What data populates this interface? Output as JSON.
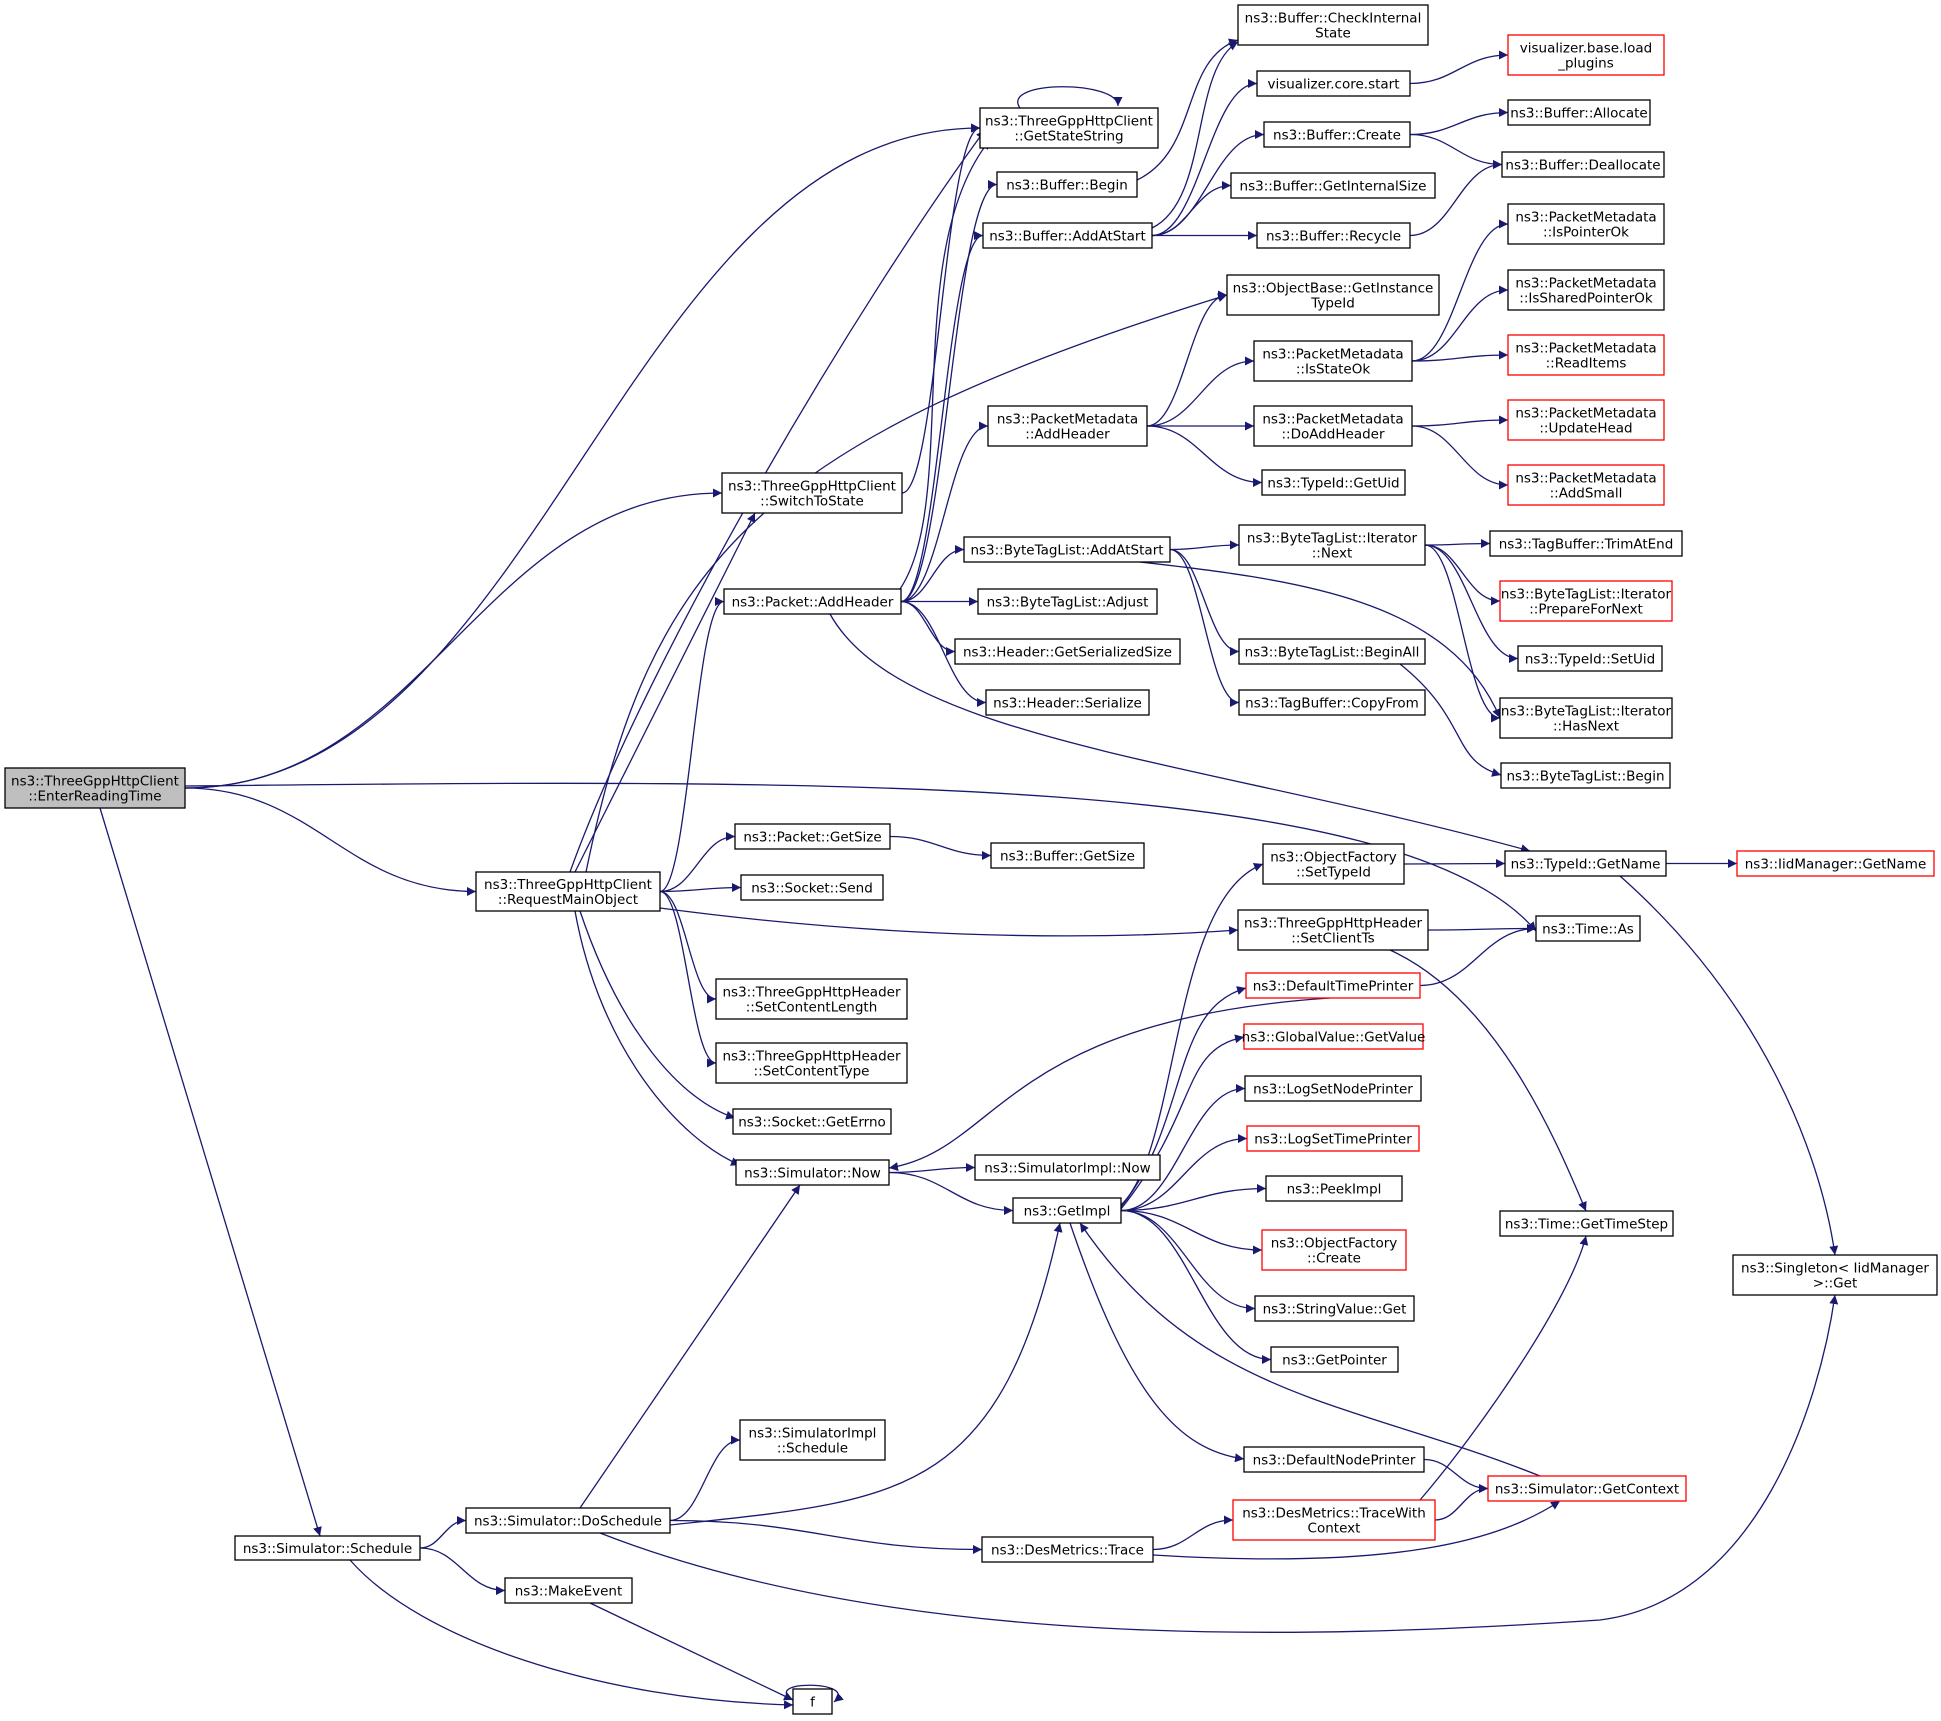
{
  "colors": {
    "edge": "#191970",
    "box_border": "#000000",
    "box_external": "#ff0000",
    "root_fill": "#bfbfbf",
    "box_fill": "#ffffff"
  },
  "nodes": [
    {
      "id": "root",
      "lines": [
        "ns3::ThreeGppHttpClient",
        "::EnterReadingTime"
      ],
      "kind": "root"
    },
    {
      "id": "getstatestring",
      "lines": [
        "ns3::ThreeGppHttpClient",
        "::GetStateString"
      ],
      "kind": "normal"
    },
    {
      "id": "switchtostate",
      "lines": [
        "ns3::ThreeGppHttpClient",
        "::SwitchToState"
      ],
      "kind": "normal"
    },
    {
      "id": "requestmainobject",
      "lines": [
        "ns3::ThreeGppHttpClient",
        "::RequestMainObject"
      ],
      "kind": "normal"
    },
    {
      "id": "sim_schedule",
      "lines": [
        "ns3::Simulator::Schedule"
      ],
      "kind": "normal"
    },
    {
      "id": "checkinternalstate",
      "lines": [
        "ns3::Buffer::CheckInternal",
        "State"
      ],
      "kind": "normal"
    },
    {
      "id": "vis_core_start",
      "lines": [
        "visualizer.core.start"
      ],
      "kind": "normal"
    },
    {
      "id": "vis_base_load",
      "lines": [
        "visualizer.base.load",
        "_plugins"
      ],
      "kind": "external"
    },
    {
      "id": "buffer_create",
      "lines": [
        "ns3::Buffer::Create"
      ],
      "kind": "normal"
    },
    {
      "id": "buffer_allocate",
      "lines": [
        "ns3::Buffer::Allocate"
      ],
      "kind": "normal"
    },
    {
      "id": "buffer_deallocate",
      "lines": [
        "ns3::Buffer::Deallocate"
      ],
      "kind": "normal"
    },
    {
      "id": "buffer_begin",
      "lines": [
        "ns3::Buffer::Begin"
      ],
      "kind": "normal"
    },
    {
      "id": "buffer_getinternalsize",
      "lines": [
        "ns3::Buffer::GetInternalSize"
      ],
      "kind": "normal"
    },
    {
      "id": "buffer_addatstart",
      "lines": [
        "ns3::Buffer::AddAtStart"
      ],
      "kind": "normal"
    },
    {
      "id": "buffer_recycle",
      "lines": [
        "ns3::Buffer::Recycle"
      ],
      "kind": "normal"
    },
    {
      "id": "pm_ispointerok",
      "lines": [
        "ns3::PacketMetadata",
        "::IsPointerOk"
      ],
      "kind": "normal"
    },
    {
      "id": "objbase_getinstancetypeid",
      "lines": [
        "ns3::ObjectBase::GetInstance",
        "TypeId"
      ],
      "kind": "normal"
    },
    {
      "id": "pm_issharedpointerok",
      "lines": [
        "ns3::PacketMetadata",
        "::IsSharedPointerOk"
      ],
      "kind": "normal"
    },
    {
      "id": "pm_isstateok",
      "lines": [
        "ns3::PacketMetadata",
        "::IsStateOk"
      ],
      "kind": "normal"
    },
    {
      "id": "pm_readitems",
      "lines": [
        "ns3::PacketMetadata",
        "::ReadItems"
      ],
      "kind": "external"
    },
    {
      "id": "pm_addheader",
      "lines": [
        "ns3::PacketMetadata",
        "::AddHeader"
      ],
      "kind": "normal"
    },
    {
      "id": "pm_doaddheader",
      "lines": [
        "ns3::PacketMetadata",
        "::DoAddHeader"
      ],
      "kind": "normal"
    },
    {
      "id": "pm_updatehead",
      "lines": [
        "ns3::PacketMetadata",
        "::UpdateHead"
      ],
      "kind": "external"
    },
    {
      "id": "typeid_getuid",
      "lines": [
        "ns3::TypeId::GetUid"
      ],
      "kind": "normal"
    },
    {
      "id": "pm_addsmall",
      "lines": [
        "ns3::PacketMetadata",
        "::AddSmall"
      ],
      "kind": "external"
    },
    {
      "id": "btl_addatstart",
      "lines": [
        "ns3::ByteTagList::AddAtStart"
      ],
      "kind": "normal"
    },
    {
      "id": "btl_iter_next",
      "lines": [
        "ns3::ByteTagList::Iterator",
        "::Next"
      ],
      "kind": "normal"
    },
    {
      "id": "tagbuffer_trimatend",
      "lines": [
        "ns3::TagBuffer::TrimAtEnd"
      ],
      "kind": "normal"
    },
    {
      "id": "packet_addheader",
      "lines": [
        "ns3::Packet::AddHeader"
      ],
      "kind": "normal"
    },
    {
      "id": "btl_adjust",
      "lines": [
        "ns3::ByteTagList::Adjust"
      ],
      "kind": "normal"
    },
    {
      "id": "btl_iter_preparefornext",
      "lines": [
        "ns3::ByteTagList::Iterator",
        "::PrepareForNext"
      ],
      "kind": "external"
    },
    {
      "id": "header_getserializedsize",
      "lines": [
        "ns3::Header::GetSerializedSize"
      ],
      "kind": "normal"
    },
    {
      "id": "btl_beginall",
      "lines": [
        "ns3::ByteTagList::BeginAll"
      ],
      "kind": "normal"
    },
    {
      "id": "typeid_setuid",
      "lines": [
        "ns3::TypeId::SetUid"
      ],
      "kind": "normal"
    },
    {
      "id": "header_serialize",
      "lines": [
        "ns3::Header::Serialize"
      ],
      "kind": "normal"
    },
    {
      "id": "tagbuffer_copyfrom",
      "lines": [
        "ns3::TagBuffer::CopyFrom"
      ],
      "kind": "normal"
    },
    {
      "id": "btl_iter_hasnext",
      "lines": [
        "ns3::ByteTagList::Iterator",
        "::HasNext"
      ],
      "kind": "normal"
    },
    {
      "id": "btl_begin",
      "lines": [
        "ns3::ByteTagList::Begin"
      ],
      "kind": "normal"
    },
    {
      "id": "packet_getsize",
      "lines": [
        "ns3::Packet::GetSize"
      ],
      "kind": "normal"
    },
    {
      "id": "buffer_getsize",
      "lines": [
        "ns3::Buffer::GetSize"
      ],
      "kind": "normal"
    },
    {
      "id": "objfactory_settypeid",
      "lines": [
        "ns3::ObjectFactory",
        "::SetTypeId"
      ],
      "kind": "normal"
    },
    {
      "id": "typeid_getname",
      "lines": [
        "ns3::TypeId::GetName"
      ],
      "kind": "normal"
    },
    {
      "id": "iidmanager_getname",
      "lines": [
        "ns3::IidManager::GetName"
      ],
      "kind": "external"
    },
    {
      "id": "socket_send",
      "lines": [
        "ns3::Socket::Send"
      ],
      "kind": "normal"
    },
    {
      "id": "header_setclientts",
      "lines": [
        "ns3::ThreeGppHttpHeader",
        "::SetClientTs"
      ],
      "kind": "normal"
    },
    {
      "id": "time_as",
      "lines": [
        "ns3::Time::As"
      ],
      "kind": "normal"
    },
    {
      "id": "defaulttimeprinter",
      "lines": [
        "ns3::DefaultTimePrinter"
      ],
      "kind": "external"
    },
    {
      "id": "header_setcontentlength",
      "lines": [
        "ns3::ThreeGppHttpHeader",
        "::SetContentLength"
      ],
      "kind": "normal"
    },
    {
      "id": "globalvalue_getvalue",
      "lines": [
        "ns3::GlobalValue::GetValue"
      ],
      "kind": "external"
    },
    {
      "id": "header_setcontenttype",
      "lines": [
        "ns3::ThreeGppHttpHeader",
        "::SetContentType"
      ],
      "kind": "normal"
    },
    {
      "id": "logsetnodeprinter",
      "lines": [
        "ns3::LogSetNodePrinter"
      ],
      "kind": "normal"
    },
    {
      "id": "socket_geterrno",
      "lines": [
        "ns3::Socket::GetErrno"
      ],
      "kind": "normal"
    },
    {
      "id": "logsettimeprinter",
      "lines": [
        "ns3::LogSetTimePrinter"
      ],
      "kind": "external"
    },
    {
      "id": "sim_now",
      "lines": [
        "ns3::Simulator::Now"
      ],
      "kind": "normal"
    },
    {
      "id": "simimpl_now",
      "lines": [
        "ns3::SimulatorImpl::Now"
      ],
      "kind": "normal"
    },
    {
      "id": "getimpl",
      "lines": [
        "ns3::GetImpl"
      ],
      "kind": "normal"
    },
    {
      "id": "peekimpl",
      "lines": [
        "ns3::PeekImpl"
      ],
      "kind": "normal"
    },
    {
      "id": "time_gettimestep",
      "lines": [
        "ns3::Time::GetTimeStep"
      ],
      "kind": "normal"
    },
    {
      "id": "objfactory_create",
      "lines": [
        "ns3::ObjectFactory",
        "::Create"
      ],
      "kind": "external"
    },
    {
      "id": "singleton_get",
      "lines": [
        "ns3::Singleton< IidManager",
        ">::Get"
      ],
      "kind": "normal"
    },
    {
      "id": "stringvalue_get",
      "lines": [
        "ns3::StringValue::Get"
      ],
      "kind": "normal"
    },
    {
      "id": "getpointer",
      "lines": [
        "ns3::GetPointer"
      ],
      "kind": "normal"
    },
    {
      "id": "simimpl_schedule",
      "lines": [
        "ns3::SimulatorImpl",
        "::Schedule"
      ],
      "kind": "normal"
    },
    {
      "id": "defaultnodeprinter",
      "lines": [
        "ns3::DefaultNodePrinter"
      ],
      "kind": "normal"
    },
    {
      "id": "sim_getcontext",
      "lines": [
        "ns3::Simulator::GetContext"
      ],
      "kind": "external"
    },
    {
      "id": "desmetrics_tracewithcontext",
      "lines": [
        "ns3::DesMetrics::TraceWith",
        "Context"
      ],
      "kind": "external"
    },
    {
      "id": "sim_doschedule",
      "lines": [
        "ns3::Simulator::DoSchedule"
      ],
      "kind": "normal"
    },
    {
      "id": "desmetrics_trace",
      "lines": [
        "ns3::DesMetrics::Trace"
      ],
      "kind": "normal"
    },
    {
      "id": "makeevent",
      "lines": [
        "ns3::MakeEvent"
      ],
      "kind": "normal"
    },
    {
      "id": "f",
      "lines": [
        "f"
      ],
      "kind": "normal"
    }
  ],
  "edges": [
    [
      "root",
      "getstatestring"
    ],
    [
      "root",
      "switchtostate"
    ],
    [
      "root",
      "requestmainobject"
    ],
    [
      "root",
      "time_as"
    ],
    [
      "root",
      "sim_schedule"
    ],
    [
      "getstatestring",
      "getstatestring"
    ],
    [
      "switchtostate",
      "getstatestring"
    ],
    [
      "requestmainobject",
      "getstatestring"
    ],
    [
      "requestmainobject",
      "switchtostate"
    ],
    [
      "requestmainobject",
      "packet_addheader"
    ],
    [
      "requestmainobject",
      "packet_getsize"
    ],
    [
      "requestmainobject",
      "socket_send"
    ],
    [
      "requestmainobject",
      "header_setclientts"
    ],
    [
      "requestmainobject",
      "header_setcontentlength"
    ],
    [
      "requestmainobject",
      "header_setcontenttype"
    ],
    [
      "requestmainobject",
      "socket_geterrno"
    ],
    [
      "requestmainobject",
      "sim_now"
    ],
    [
      "requestmainobject",
      "objbase_getinstancetypeid"
    ],
    [
      "packet_addheader",
      "getstatestring"
    ],
    [
      "packet_addheader",
      "buffer_begin"
    ],
    [
      "packet_addheader",
      "buffer_addatstart"
    ],
    [
      "packet_addheader",
      "pm_addheader"
    ],
    [
      "packet_addheader",
      "btl_addatstart"
    ],
    [
      "packet_addheader",
      "btl_adjust"
    ],
    [
      "packet_addheader",
      "header_getserializedsize"
    ],
    [
      "packet_addheader",
      "header_serialize"
    ],
    [
      "packet_addheader",
      "typeid_getname"
    ],
    [
      "buffer_begin",
      "checkinternalstate"
    ],
    [
      "buffer_addatstart",
      "checkinternalstate"
    ],
    [
      "buffer_addatstart",
      "vis_core_start"
    ],
    [
      "buffer_addatstart",
      "buffer_create"
    ],
    [
      "buffer_addatstart",
      "buffer_getinternalsize"
    ],
    [
      "buffer_addatstart",
      "buffer_recycle"
    ],
    [
      "vis_core_start",
      "vis_base_load"
    ],
    [
      "buffer_create",
      "buffer_allocate"
    ],
    [
      "buffer_create",
      "buffer_deallocate"
    ],
    [
      "buffer_recycle",
      "buffer_deallocate"
    ],
    [
      "pm_addheader",
      "objbase_getinstancetypeid"
    ],
    [
      "pm_addheader",
      "pm_isstateok"
    ],
    [
      "pm_addheader",
      "pm_doaddheader"
    ],
    [
      "pm_addheader",
      "typeid_getuid"
    ],
    [
      "pm_isstateok",
      "pm_ispointerok"
    ],
    [
      "pm_isstateok",
      "pm_issharedpointerok"
    ],
    [
      "pm_isstateok",
      "pm_readitems"
    ],
    [
      "pm_doaddheader",
      "pm_updatehead"
    ],
    [
      "pm_doaddheader",
      "pm_addsmall"
    ],
    [
      "btl_addatstart",
      "btl_iter_next"
    ],
    [
      "btl_addatstart",
      "btl_beginall"
    ],
    [
      "btl_addatstart",
      "tagbuffer_copyfrom"
    ],
    [
      "btl_addatstart",
      "btl_iter_hasnext"
    ],
    [
      "btl_iter_next",
      "tagbuffer_trimatend"
    ],
    [
      "btl_iter_next",
      "btl_iter_preparefornext"
    ],
    [
      "btl_iter_next",
      "typeid_setuid"
    ],
    [
      "btl_iter_next",
      "btl_iter_hasnext"
    ],
    [
      "btl_beginall",
      "btl_begin"
    ],
    [
      "packet_getsize",
      "buffer_getsize"
    ],
    [
      "objfactory_settypeid",
      "typeid_getname"
    ],
    [
      "typeid_getname",
      "iidmanager_getname"
    ],
    [
      "typeid_getname",
      "singleton_get"
    ],
    [
      "header_setclientts",
      "time_as"
    ],
    [
      "header_setclientts",
      "time_gettimestep"
    ],
    [
      "defaulttimeprinter",
      "time_as"
    ],
    [
      "defaulttimeprinter",
      "sim_now"
    ],
    [
      "sim_now",
      "simimpl_now"
    ],
    [
      "sim_now",
      "getimpl"
    ],
    [
      "getimpl",
      "objfactory_settypeid"
    ],
    [
      "getimpl",
      "defaulttimeprinter"
    ],
    [
      "getimpl",
      "globalvalue_getvalue"
    ],
    [
      "getimpl",
      "logsetnodeprinter"
    ],
    [
      "getimpl",
      "logsettimeprinter"
    ],
    [
      "getimpl",
      "peekimpl"
    ],
    [
      "getimpl",
      "objfactory_create"
    ],
    [
      "getimpl",
      "stringvalue_get"
    ],
    [
      "getimpl",
      "getpointer"
    ],
    [
      "getimpl",
      "defaultnodeprinter"
    ],
    [
      "defaultnodeprinter",
      "sim_getcontext"
    ],
    [
      "sim_getcontext",
      "getimpl"
    ],
    [
      "desmetrics_tracewithcontext",
      "sim_getcontext"
    ],
    [
      "desmetrics_tracewithcontext",
      "time_gettimestep"
    ],
    [
      "sim_schedule",
      "sim_doschedule"
    ],
    [
      "sim_schedule",
      "makeevent"
    ],
    [
      "sim_schedule",
      "f"
    ],
    [
      "sim_doschedule",
      "sim_now"
    ],
    [
      "sim_doschedule",
      "simimpl_schedule"
    ],
    [
      "sim_doschedule",
      "getimpl"
    ],
    [
      "sim_doschedule",
      "desmetrics_trace"
    ],
    [
      "sim_doschedule",
      "singleton_get"
    ],
    [
      "desmetrics_trace",
      "desmetrics_tracewithcontext"
    ],
    [
      "desmetrics_trace",
      "sim_getcontext"
    ],
    [
      "makeevent",
      "f"
    ],
    [
      "f",
      "f"
    ]
  ]
}
